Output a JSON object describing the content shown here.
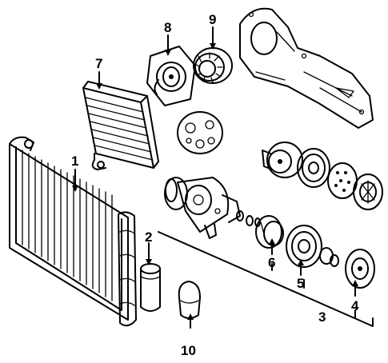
{
  "callouts": {
    "c1": "1",
    "c2": "2",
    "c3": "3",
    "c4": "4",
    "c5": "5",
    "c6": "6",
    "c7": "7",
    "c8": "8",
    "c9": "9",
    "c10": "10"
  },
  "colors": {
    "ink": "#000000",
    "paper": "#ffffff"
  }
}
